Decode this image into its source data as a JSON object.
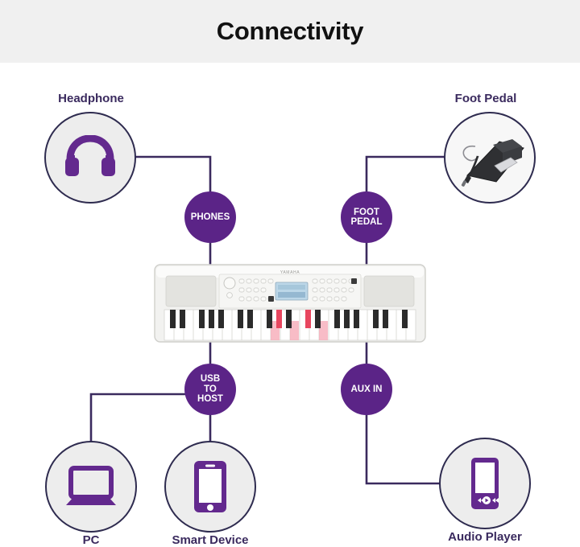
{
  "header": {
    "title": "Connectivity"
  },
  "palette": {
    "purple_badge": "#5B2487",
    "icon_purple": "#63298E",
    "circle_border": "#2E2B4F",
    "circle_fill": "#EDEDED",
    "label_text": "#3A2A5E",
    "header_bg": "#F0F0F0",
    "wire": "#3A2A5E",
    "page_bg": "#FFFFFF"
  },
  "devices": [
    {
      "id": "headphone",
      "label": "Headphone",
      "icon": "headphone-icon"
    },
    {
      "id": "foot-pedal",
      "label": "Foot Pedal",
      "icon": "foot-pedal-photo"
    },
    {
      "id": "pc",
      "label": "PC",
      "icon": "laptop-icon"
    },
    {
      "id": "smart-device",
      "label": "Smart Device",
      "icon": "smartphone-icon"
    },
    {
      "id": "audio-player",
      "label": "Audio Player",
      "icon": "audio-player-icon"
    }
  ],
  "ports": [
    {
      "id": "phones",
      "lines": [
        "PHONES"
      ],
      "label": "PHONES"
    },
    {
      "id": "foot-pedal",
      "lines": [
        "FOOT",
        "PEDAL"
      ],
      "label": "FOOT PEDAL"
    },
    {
      "id": "usb-to-host",
      "lines": [
        "USB",
        "TO",
        "HOST"
      ],
      "label": "USB TO HOST"
    },
    {
      "id": "aux-in",
      "lines": [
        "AUX IN"
      ],
      "label": "AUX IN"
    }
  ],
  "port_text": {
    "phones_l1": "PHONES",
    "footpedal_l1": "FOOT",
    "footpedal_l2": "PEDAL",
    "usb_l1": "USB",
    "usb_l2": "TO",
    "usb_l3": "HOST",
    "aux_l1": "AUX IN"
  },
  "device_text": {
    "headphone": "Headphone",
    "foot_pedal": "Foot Pedal",
    "pc": "PC",
    "smart_device": "Smart Device",
    "audio_player": "Audio Player"
  },
  "keyboard": {
    "brand": "YAMAHA",
    "description": "white portable keyboard with lighted keys"
  }
}
